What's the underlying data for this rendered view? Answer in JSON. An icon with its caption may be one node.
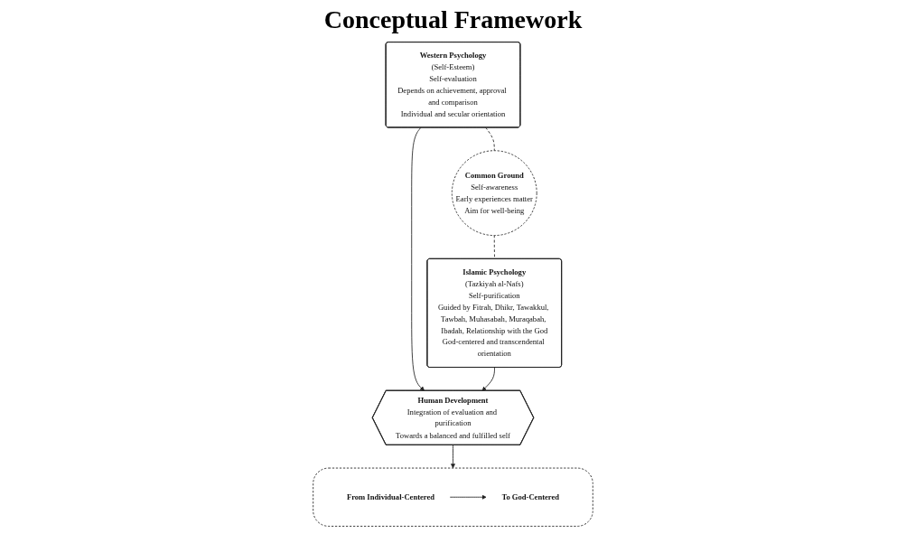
{
  "diagram": {
    "title": "Conceptual Framework",
    "nodes": [
      {
        "text": [
          "Western Psychology",
          "(Self-Esteem)",
          "Self-evaluation",
          "Depends on achievement, approval and comparison",
          "Individual and secular orientation"
        ]
      },
      {
        "text": [
          "Common Ground",
          "Self-awareness",
          "Early experiences matter",
          "Aim for well-being"
        ]
      },
      {
        "text": [
          "Islamic Psychology",
          "(Tazkiyah al-Nafs)",
          "Self-purification",
          "Guided by Fitrah, Dhikr, Tawakkul, Tawbah, Muhasabah, Muraqabah, Ibadah, Relationship with the God",
          "God-centered and transcendental orientation"
        ]
      },
      {
        "text": [
          "Human Development",
          "Integration of evaluation and purification",
          "Towards a balanced and fulfilled self"
        ]
      },
      {
        "text": [],
        "shape": "box"
      },
      {
        "text": [
          "From Individual-Centered"
        ],
        "in": 4
      },
      {
        "text": [
          "To God-Centered"
        ],
        "in": 4
      }
    ],
    "edges": [
      {
        "from": 0,
        "to": 1,
        "arrow": "none",
        "style": "dashed"
      },
      {
        "from": 1,
        "to": 2,
        "arrow": "none",
        "style": "dashed"
      },
      {
        "from": 0,
        "to": 3,
        "arrow": "to"
      },
      {
        "from": 2,
        "to": 3,
        "arrow": "to"
      },
      {
        "from": 3,
        "to": 4,
        "arrow": "to"
      },
      {
        "from": 5,
        "to": 6,
        "arrow": "to"
      }
    ]
  }
}
